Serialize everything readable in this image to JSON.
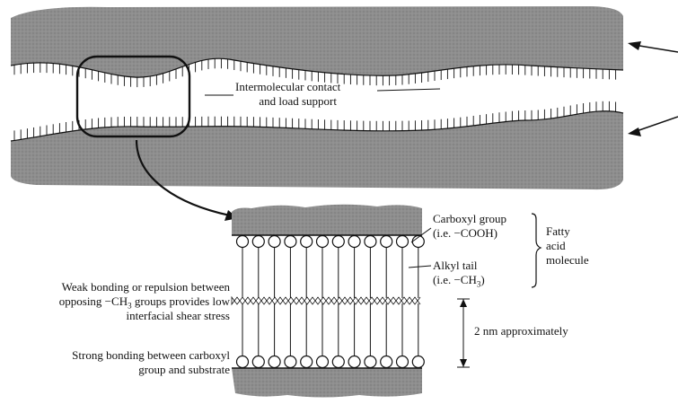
{
  "top_label": {
    "line1": "Intermolecular contact",
    "line2": "and load support"
  },
  "right_labels": {
    "carboxyl_1": "Carboxyl group",
    "carboxyl_2": "(i.e. −COOH)",
    "fatty_1": "Fatty",
    "fatty_2": "acid",
    "fatty_3": "molecule",
    "alkyl_1": "Alkyl tail",
    "alkyl_2_pre": "(i.e. −CH",
    "alkyl_2_sub": "3",
    "alkyl_2_post": ")",
    "distance": "2 nm approximately"
  },
  "left_labels": {
    "weak_1": "Weak bonding or repulsion between",
    "weak_2_pre": "opposing −CH",
    "weak_2_sub": "3",
    "weak_2_post": " groups provides low",
    "weak_3": "interfacial shear stress",
    "strong_1": "Strong bonding between carboxyl",
    "strong_2": "group and substrate"
  },
  "colors": {
    "substrate": "#8c8c8c",
    "ink": "#111111"
  }
}
